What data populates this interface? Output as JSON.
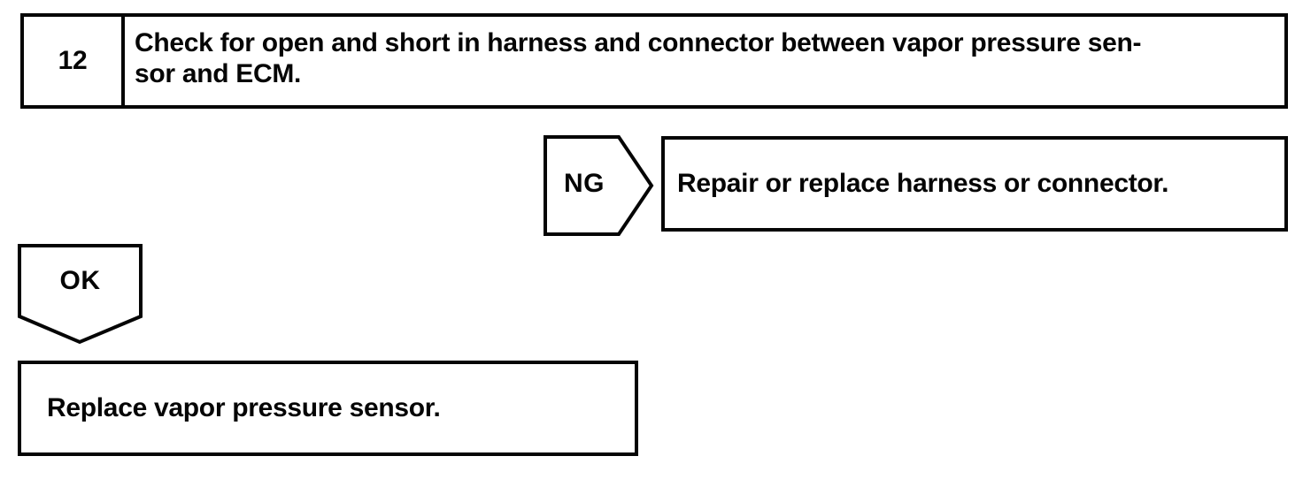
{
  "flowchart": {
    "step": {
      "number": "12",
      "instruction_full": "Check for open and short in harness and connector between vapor pressure sensor and ECM.",
      "instruction_lines": [
        "Check for open and short in harness and connector between vapor pressure sen-",
        "sor and ECM."
      ]
    },
    "ng_branch": {
      "label": "NG",
      "action": "Repair or replace harness or connector."
    },
    "ok_branch": {
      "label": "OK",
      "action": "Replace vapor pressure sensor."
    },
    "colors": {
      "ink": "#050505",
      "paper": "#ffffff"
    }
  }
}
